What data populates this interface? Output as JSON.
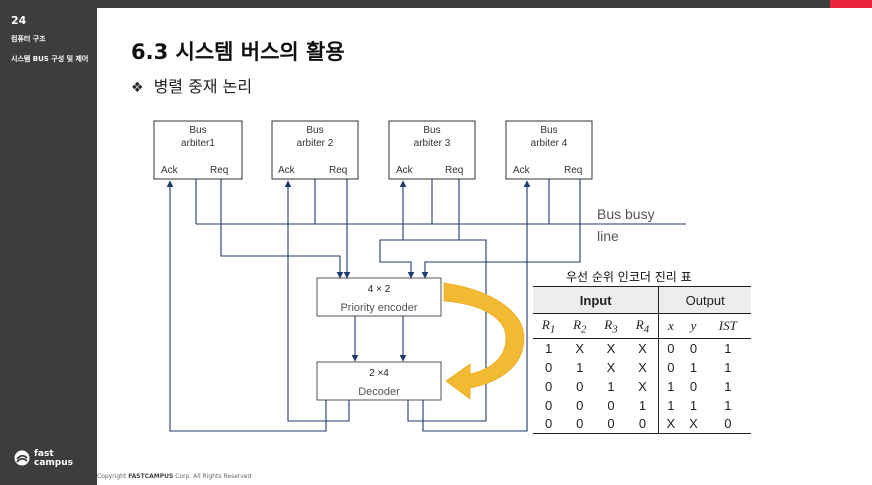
{
  "sidebar": {
    "page_number": "24",
    "chapter": "컴퓨터 구조",
    "section": "시스템 BUS 구성 및 제어",
    "logo_text": "fast\ncampus"
  },
  "footer": {
    "copyright_prefix": "Copyright ",
    "brand": "FASTCAMPUS",
    "copyright_suffix": " Corp. All Rights Reserved"
  },
  "slide": {
    "title": "6.3  시스템 버스의 활용",
    "bullet": "❖",
    "subtitle": "병렬 중재 논리"
  },
  "diagram": {
    "arbiters": [
      {
        "line1": "Bus",
        "line2": "arbiter1",
        "ack": "Ack",
        "req": "Req"
      },
      {
        "line1": "Bus",
        "line2": "arbiter 2",
        "ack": "Ack",
        "req": "Req"
      },
      {
        "line1": "Bus",
        "line2": "arbiter 3",
        "ack": "Ack",
        "req": "Req"
      },
      {
        "line1": "Bus",
        "line2": "arbiter 4",
        "ack": "Ack",
        "req": "Req"
      }
    ],
    "bus_busy_line1": "Bus busy",
    "bus_busy_line2": "line",
    "encoder_size": "4 × 2",
    "encoder_label": "Priority encoder",
    "decoder_size": "2 ×4",
    "decoder_label": "Decoder"
  },
  "table": {
    "title": "우선 순위 인코더 진리 표",
    "input_header": "Input",
    "output_header": "Output",
    "columns": [
      "R1",
      "R2",
      "R3",
      "R4",
      "x",
      "y",
      "IST"
    ],
    "rows": [
      [
        "1",
        "X",
        "X",
        "X",
        "0",
        "0",
        "1"
      ],
      [
        "0",
        "1",
        "X",
        "X",
        "0",
        "1",
        "1"
      ],
      [
        "0",
        "0",
        "1",
        "X",
        "1",
        "0",
        "1"
      ],
      [
        "0",
        "0",
        "0",
        "1",
        "1",
        "1",
        "1"
      ],
      [
        "0",
        "0",
        "0",
        "0",
        "X",
        "X",
        "0"
      ]
    ]
  },
  "colors": {
    "sidebar": "#3d3d3d",
    "accent": "#e8243a",
    "wire": "#1f3a6b",
    "arrow": "#f2b932"
  }
}
